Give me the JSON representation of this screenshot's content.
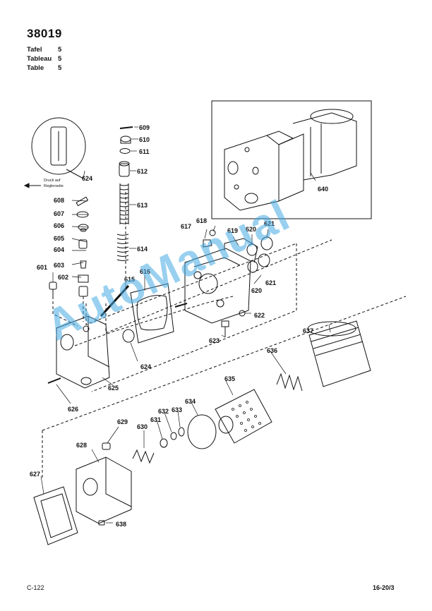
{
  "header": {
    "doc_number": "38019",
    "tables": [
      {
        "label": "Tafel",
        "value": "5"
      },
      {
        "label": "Tableau",
        "value": "5"
      },
      {
        "label": "Table",
        "value": "5"
      }
    ]
  },
  "diagram": {
    "note_line1": "Druck auf",
    "note_line2": "Reglerseite",
    "callouts": [
      "601",
      "602",
      "603",
      "604",
      "605",
      "606",
      "607",
      "608",
      "609",
      "610",
      "611",
      "612",
      "613",
      "614",
      "615",
      "616",
      "617",
      "618",
      "619",
      "620",
      "620",
      "621",
      "621",
      "622",
      "623",
      "624",
      "624",
      "625",
      "626",
      "627",
      "628",
      "629",
      "630",
      "631",
      "632",
      "633",
      "634",
      "635",
      "636",
      "637",
      "638",
      "640"
    ]
  },
  "footer": {
    "left": "C-122",
    "right": "16-20/3"
  },
  "watermark": "AutoManual",
  "colors": {
    "ink": "#111111",
    "watermark": "#46aae1"
  }
}
